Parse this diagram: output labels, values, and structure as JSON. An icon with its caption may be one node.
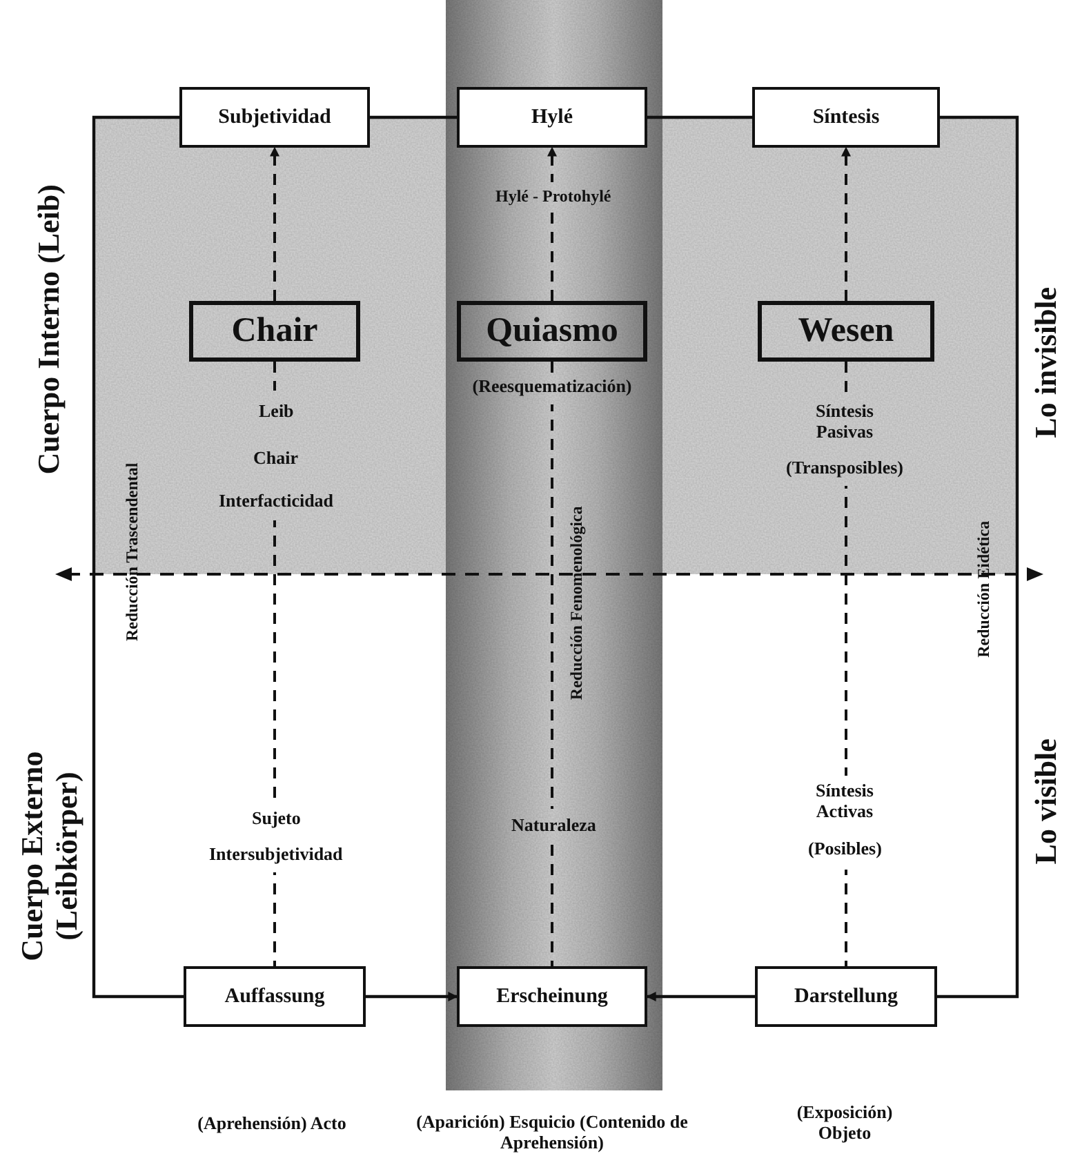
{
  "diagram": {
    "nodes": [
      {
        "text": [
          "Subjetividad"
        ]
      },
      {
        "text": [
          "Hylé"
        ]
      },
      {
        "text": [
          "Síntesis"
        ]
      },
      {
        "text": [
          "Chair"
        ]
      },
      {
        "text": [
          "Quiasmo"
        ],
        "beside": [
          "(Reesquematización)"
        ]
      },
      {
        "text": [
          "Wesen"
        ]
      },
      {
        "text": [
          "Auffassung"
        ]
      },
      {
        "text": [
          "Erscheinung"
        ]
      },
      {
        "text": [
          "Darstellung"
        ]
      }
    ],
    "edges": [
      {
        "from": 0,
        "to": 1,
        "arrow": "none"
      },
      {
        "from": 1,
        "to": 2,
        "arrow": "none"
      },
      {
        "from": 0,
        "to": 6,
        "arrow": "none"
      },
      {
        "from": 2,
        "to": 8,
        "arrow": "none"
      },
      {
        "from": 6,
        "to": 7,
        "arrow": "to"
      },
      {
        "from": 8,
        "to": 7,
        "arrow": "to"
      },
      {
        "from": 3,
        "to": 0,
        "arrow": "to",
        "style": "dashed"
      },
      {
        "from": 4,
        "to": 1,
        "arrow": "to",
        "style": "dashed"
      },
      {
        "from": 5,
        "to": 2,
        "arrow": "to",
        "style": "dashed"
      },
      {
        "from": 3,
        "to": 6,
        "arrow": "none",
        "style": "dashed"
      },
      {
        "from": 4,
        "to": 7,
        "arrow": "none",
        "style": "dashed"
      },
      {
        "from": 5,
        "to": 8,
        "arrow": "none",
        "style": "dashed"
      }
    ],
    "labels": [
      "Cuerpo Interno (Leib)",
      "Hylé - Protohylé",
      "Lo invisible",
      "Leib",
      "Chair",
      "Interfacticidad",
      "Síntesis Pasivas",
      "(Transposibles)",
      "Reducción Trascendental",
      "Reducción Fenomenológica",
      "Reducción Eidética",
      "Cuerpo Externo (Leibkörper)",
      "Lo visible",
      "Sujeto",
      "Intersubjetividad",
      "Naturaleza",
      "Síntesis Activas",
      "(Posibles)",
      "(Aprehensión) Acto",
      "(Aparición) Esquicio (Contenido de Aprehensión)",
      "(Exposición) Objeto"
    ]
  }
}
